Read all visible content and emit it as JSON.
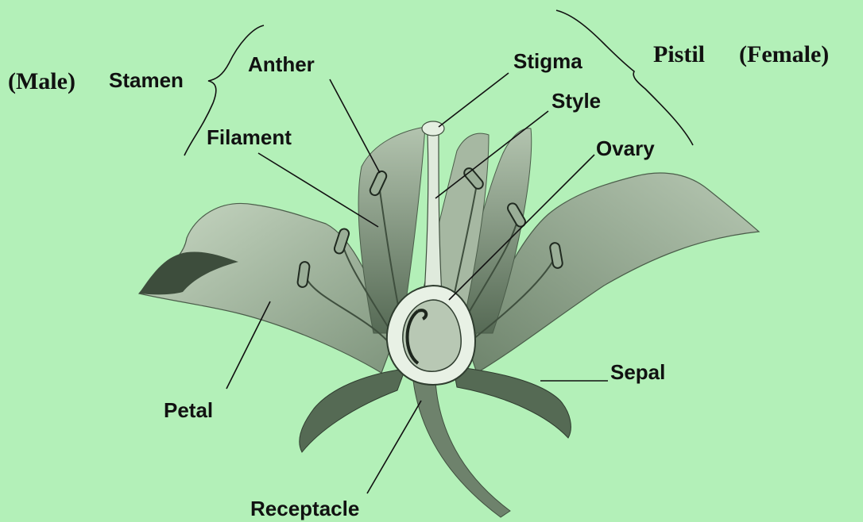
{
  "background_color": "#b3f0b8",
  "labels": {
    "male": "(Male)",
    "stamen": "Stamen",
    "anther": "Anther",
    "filament": "Filament",
    "stigma": "Stigma",
    "style": "Style",
    "ovary": "Ovary",
    "pistil": "Pistil",
    "female": "(Female)",
    "petal": "Petal",
    "sepal": "Sepal",
    "receptacle": "Receptacle"
  }
}
